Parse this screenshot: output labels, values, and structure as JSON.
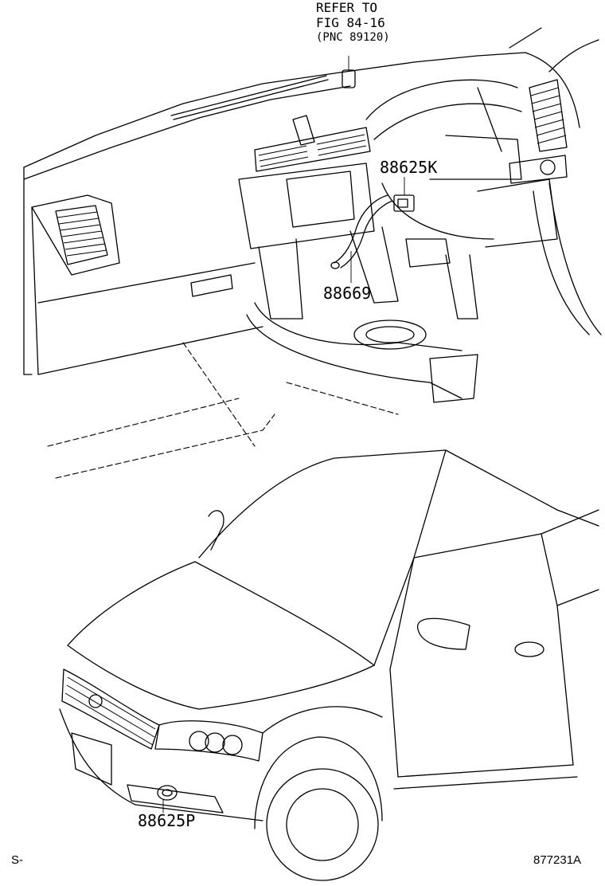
{
  "reference": {
    "line1": "REFER TO",
    "line2": "FIG 84-16",
    "line3": "(PNC 89120)"
  },
  "callouts": {
    "sensor_connector": "88625K",
    "hose": "88669",
    "front_sensor": "88625P"
  },
  "footer": {
    "left_code": "S-",
    "illustration_number": "877231A"
  }
}
